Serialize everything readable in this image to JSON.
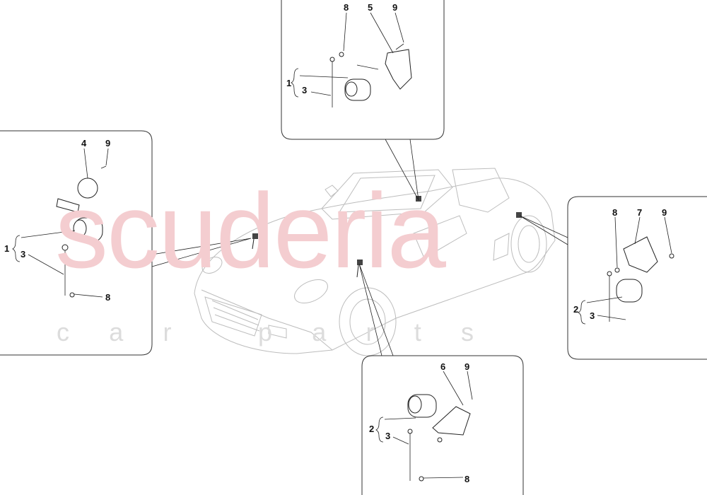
{
  "watermark": {
    "brand": "scuderia",
    "sub": "c a r   p a r t s",
    "color": "#f2c2c6"
  },
  "panels": {
    "top": {
      "labels": {
        "a": "8",
        "b": "5",
        "c": "9",
        "group": "1",
        "sub": "3"
      }
    },
    "left": {
      "labels": {
        "a": "4",
        "b": "9",
        "group": "1",
        "sub": "3",
        "d": "8"
      }
    },
    "right": {
      "labels": {
        "a": "8",
        "b": "7",
        "c": "9",
        "group": "2",
        "sub": "3"
      }
    },
    "bottom": {
      "labels": {
        "a": "6",
        "b": "9",
        "group": "2",
        "sub": "3",
        "d": "8"
      }
    }
  }
}
